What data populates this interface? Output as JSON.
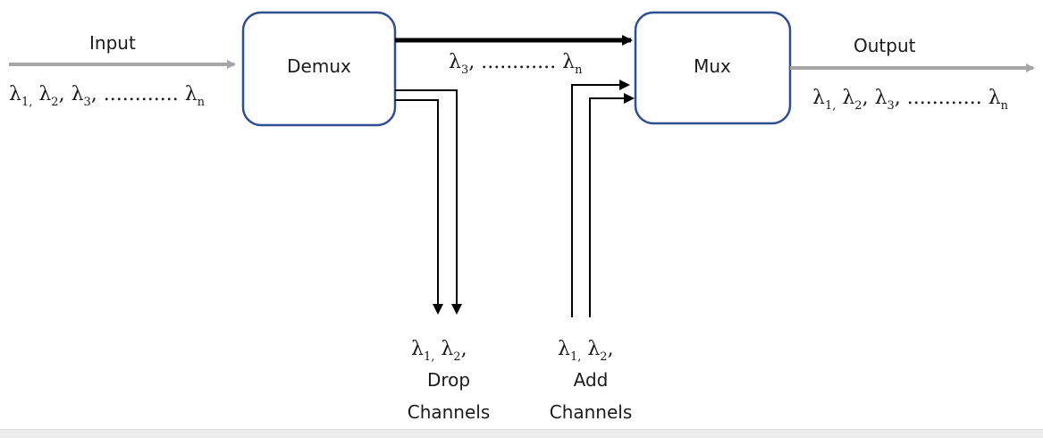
{
  "diagram": {
    "input": {
      "label": "Input",
      "signals": [
        "λ",
        "1,",
        " λ",
        "2",
        ", λ",
        "3",
        ", ............ λ",
        "n"
      ]
    },
    "output": {
      "label": "Output",
      "signals": [
        "λ",
        "1,",
        " λ",
        "2",
        ", λ",
        "3",
        ", ............ λ",
        "n"
      ]
    },
    "demux": {
      "label": "Demux"
    },
    "mux": {
      "label": "Mux"
    },
    "through": {
      "signals": [
        "λ",
        "3",
        ", ............ λ",
        "n"
      ]
    },
    "drop": {
      "signals": [
        "λ",
        "1,",
        " λ",
        "2",
        ","
      ],
      "line1": "Drop",
      "line2": "Channels"
    },
    "add": {
      "signals": [
        "λ",
        "1,",
        " λ",
        "2",
        ","
      ],
      "line1": "Add",
      "line2": "Channels"
    },
    "colors": {
      "main_arrow": "#a6a6a6",
      "signal_arrow": "#000000",
      "box_border": "#2f4f8f"
    }
  }
}
